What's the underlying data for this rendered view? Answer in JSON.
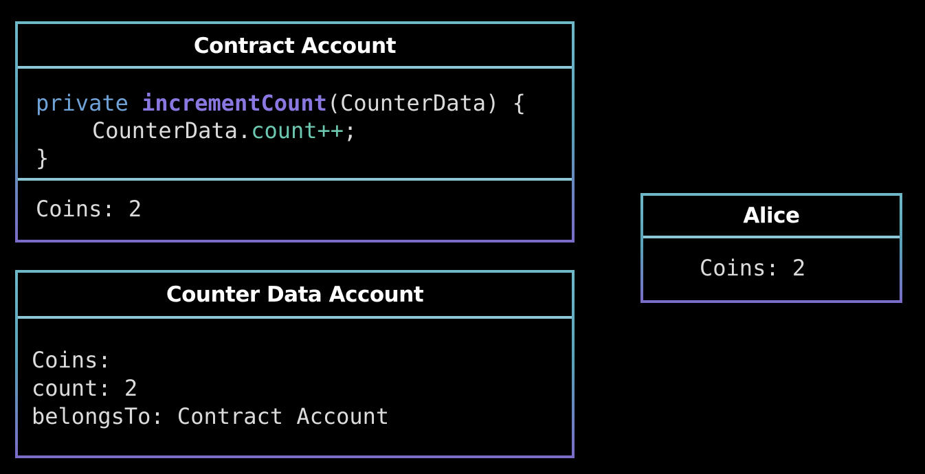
{
  "contract_account": {
    "title": "Contract Account",
    "code": {
      "keyword": "private",
      "function_name": "incrementCount",
      "params": "(CounterData) {",
      "line2_object": "CounterData.",
      "line2_property": "count++",
      "line2_end": ";",
      "line3": "}"
    },
    "coins": "Coins: 2"
  },
  "counter_data_account": {
    "title": "Counter Data Account",
    "lines": [
      "Coins:",
      "count: 2",
      "belongsTo: Contract Account"
    ]
  },
  "alice": {
    "title": "Alice",
    "coins": "Coins: 2"
  },
  "colors": {
    "border_top": "#6fb8c8",
    "border_bottom": "#7a6cc8",
    "keyword": "#6fa3d8",
    "function": "#8a78e0",
    "property": "#6cc8b0",
    "text": "#dcdcdc"
  }
}
